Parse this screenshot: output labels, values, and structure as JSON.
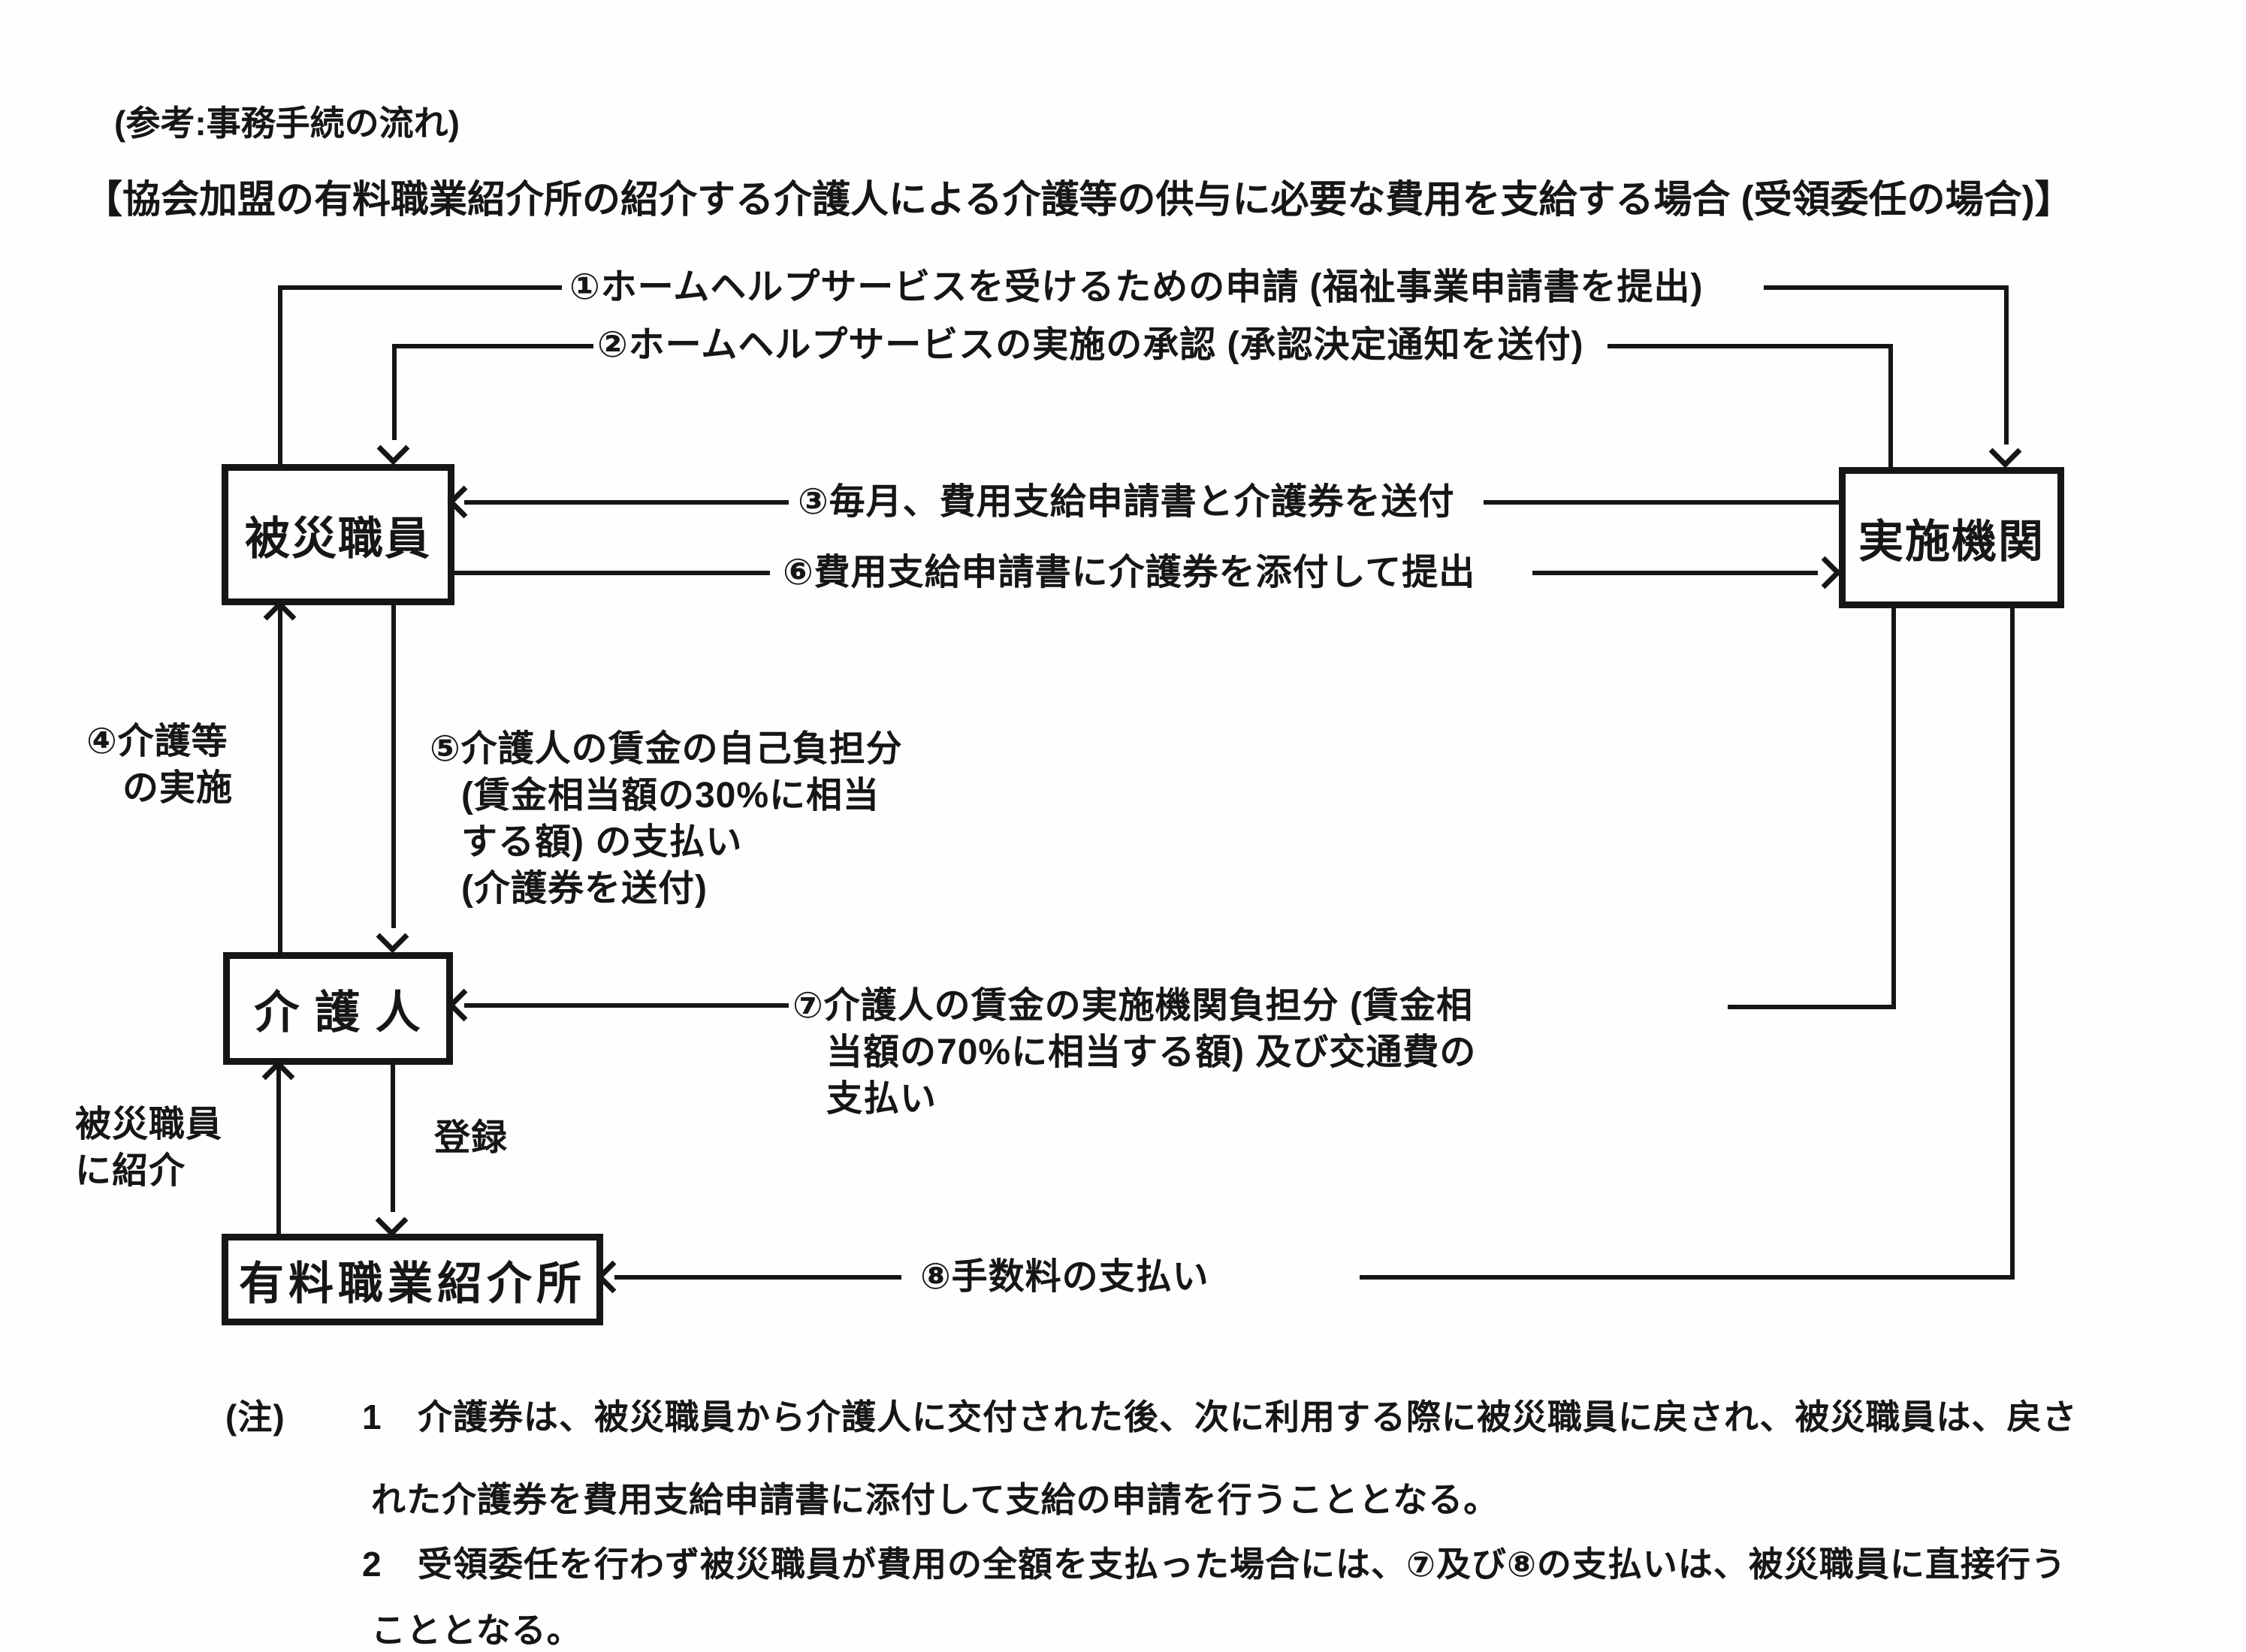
{
  "header": {
    "subtitle": "(参考:事務手続の流れ)",
    "title": "【協会加盟の有料職業紹介所の紹介する介護人による介護等の供与に必要な費用を支給する場合 (受領委任の場合)】"
  },
  "nodes": {
    "victim_employee": "被災職員",
    "implementing_agency": "実施機関",
    "caregiver": "介 護 人",
    "employment_agency": "有料職業紹介所"
  },
  "flows": {
    "f1": "①ホームヘルプサービスを受けるための申請 (福祉事業申請書を提出)",
    "f2": "②ホームヘルプサービスの実施の承認 (承認決定通知を送付)",
    "f3": "③毎月、費用支給申請書と介護券を送付",
    "f4_line1": "④介護等",
    "f4_line2": "の実施",
    "f5_line1": "⑤介護人の賃金の自己負担分",
    "f5_line2": "(賃金相当額の30%に相当",
    "f5_line3": "する額) の支払い",
    "f5_line4": "(介護券を送付)",
    "f6": "⑥費用支給申請書に介護券を添付して提出",
    "f7_line1": "⑦介護人の賃金の実施機関負担分 (賃金相",
    "f7_line2": "当額の70%に相当する額) 及び交通費の",
    "f7_line3": "支払い",
    "f8": "⑧手数料の支払い",
    "refer_line1": "被災職員",
    "refer_line2": "に紹介",
    "register": "登録"
  },
  "notes": {
    "label": "(注)",
    "n1_num": "1",
    "n1_line1": "介護券は、被災職員から介護人に交付された後、次に利用する際に被災職員に戻され、被災職員は、戻さ",
    "n1_line2": "れた介護券を費用支給申請書に添付して支給の申請を行うこととなる。",
    "n2_num": "2",
    "n2_line1": "受領委任を行わず被災職員が費用の全額を支払った場合には、⑦及び⑧の支払いは、被災職員に直接行う",
    "n2_line2": "こととなる。"
  },
  "colors": {
    "ink": "#161616",
    "paper": "#fefefe"
  }
}
